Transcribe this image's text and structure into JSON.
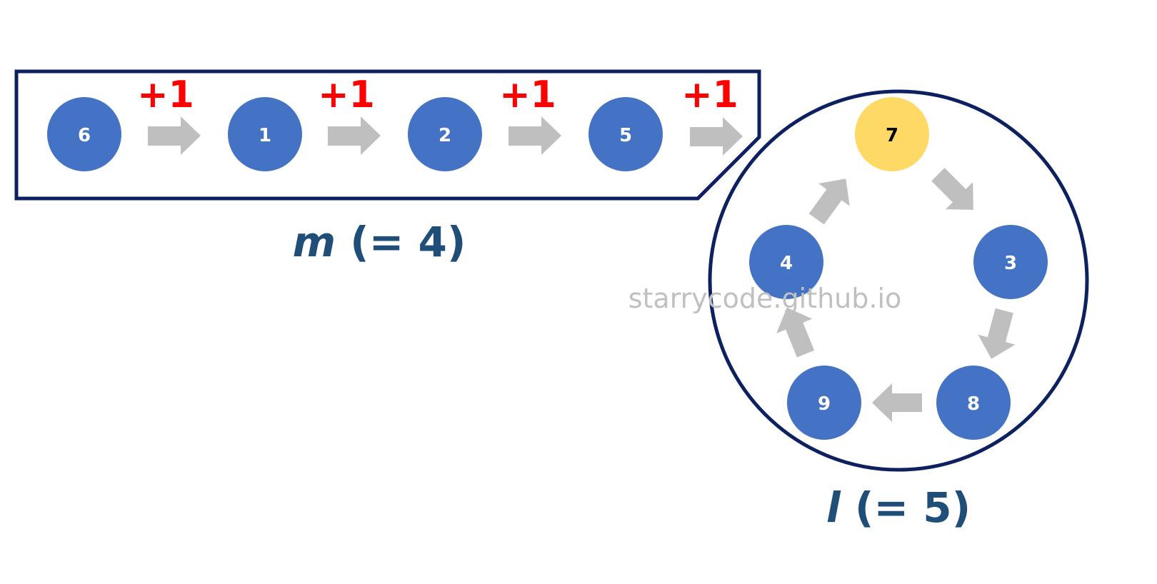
{
  "colors": {
    "frame": "#0d2060",
    "node": "#4472c4",
    "node_highlight": "#ffd966",
    "node_text": "#ffffff",
    "node_highlight_text": "#000000",
    "arrow": "#bfbfbf",
    "plus": "#ff0000",
    "caption": "#1f4e79",
    "watermark": "#c0c0c0"
  },
  "tail": {
    "nodes": [
      "6",
      "1",
      "2",
      "5"
    ],
    "increments": [
      "+1",
      "+1",
      "+1",
      "+1"
    ],
    "caption": {
      "variable": "m",
      "rest": " (= 4)"
    }
  },
  "cycle": {
    "nodes": [
      {
        "label": "7",
        "highlight": true
      },
      {
        "label": "3",
        "highlight": false
      },
      {
        "label": "8",
        "highlight": false
      },
      {
        "label": "9",
        "highlight": false
      },
      {
        "label": "4",
        "highlight": false
      }
    ],
    "caption": {
      "variable": "l",
      "rest": " (= 5)"
    }
  },
  "watermark": "starrycode.github.io",
  "icons": {
    "step_arrow": "right-arrow-icon"
  }
}
